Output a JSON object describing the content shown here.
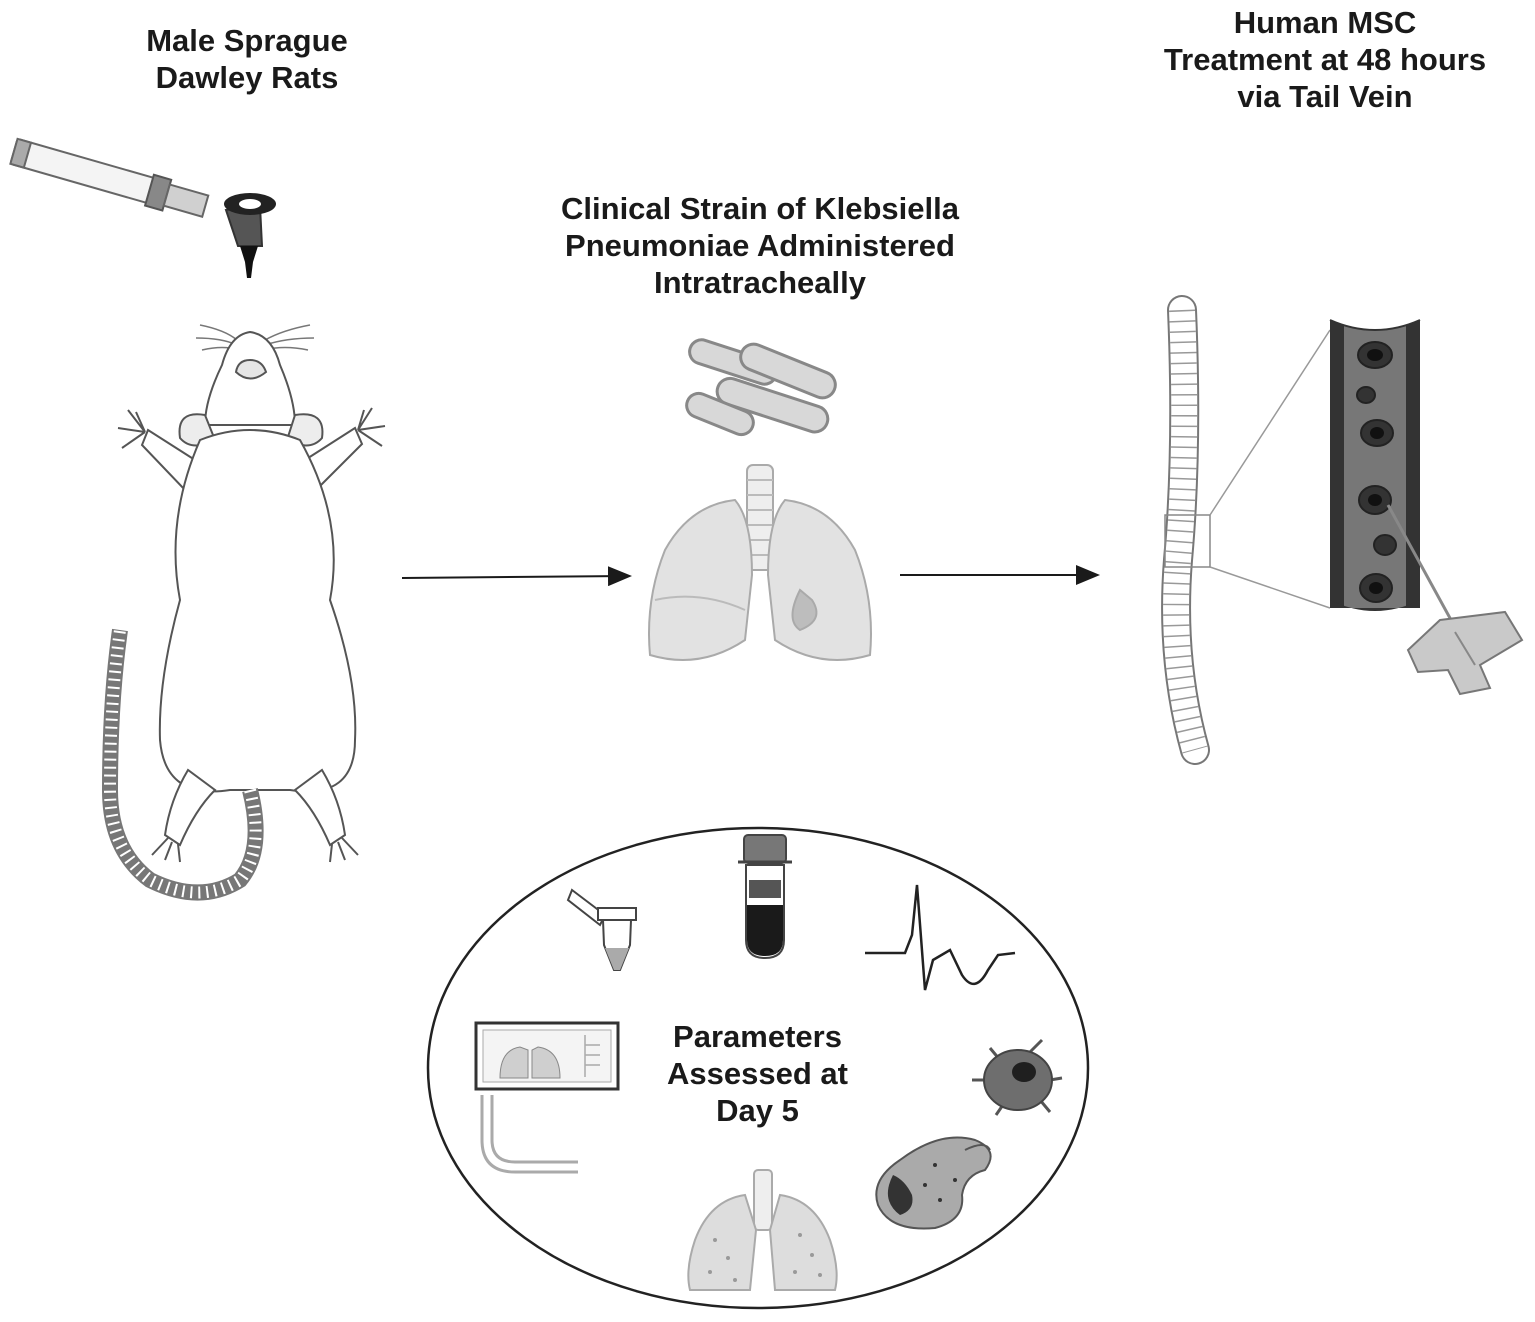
{
  "labels": {
    "rats": "Male Sprague\nDawley Rats",
    "klebsiella": "Clinical Strain of Klebsiella\nPneumoniae Administered\nIntratracheally",
    "msc": "Human MSC\nTreatment at 48 hours\nvia Tail Vein",
    "parameters": "Parameters\nAssessed at\nDay 5"
  },
  "colors": {
    "ink": "#1a1a1a",
    "line": "#555555",
    "light_fill": "#e2e2e2",
    "mid_fill": "#bdbdbd",
    "dark_fill": "#444444"
  },
  "icons": [
    "laryngoscope-icon",
    "rat-icon",
    "bacteria-icon",
    "lungs-icon",
    "tail-vein-icon",
    "needle-icon",
    "tube-icon",
    "blood-tube-icon",
    "ecg-wave-icon",
    "monitor-icon",
    "immune-cell-icon",
    "macrophage-icon",
    "damaged-lungs-icon"
  ]
}
